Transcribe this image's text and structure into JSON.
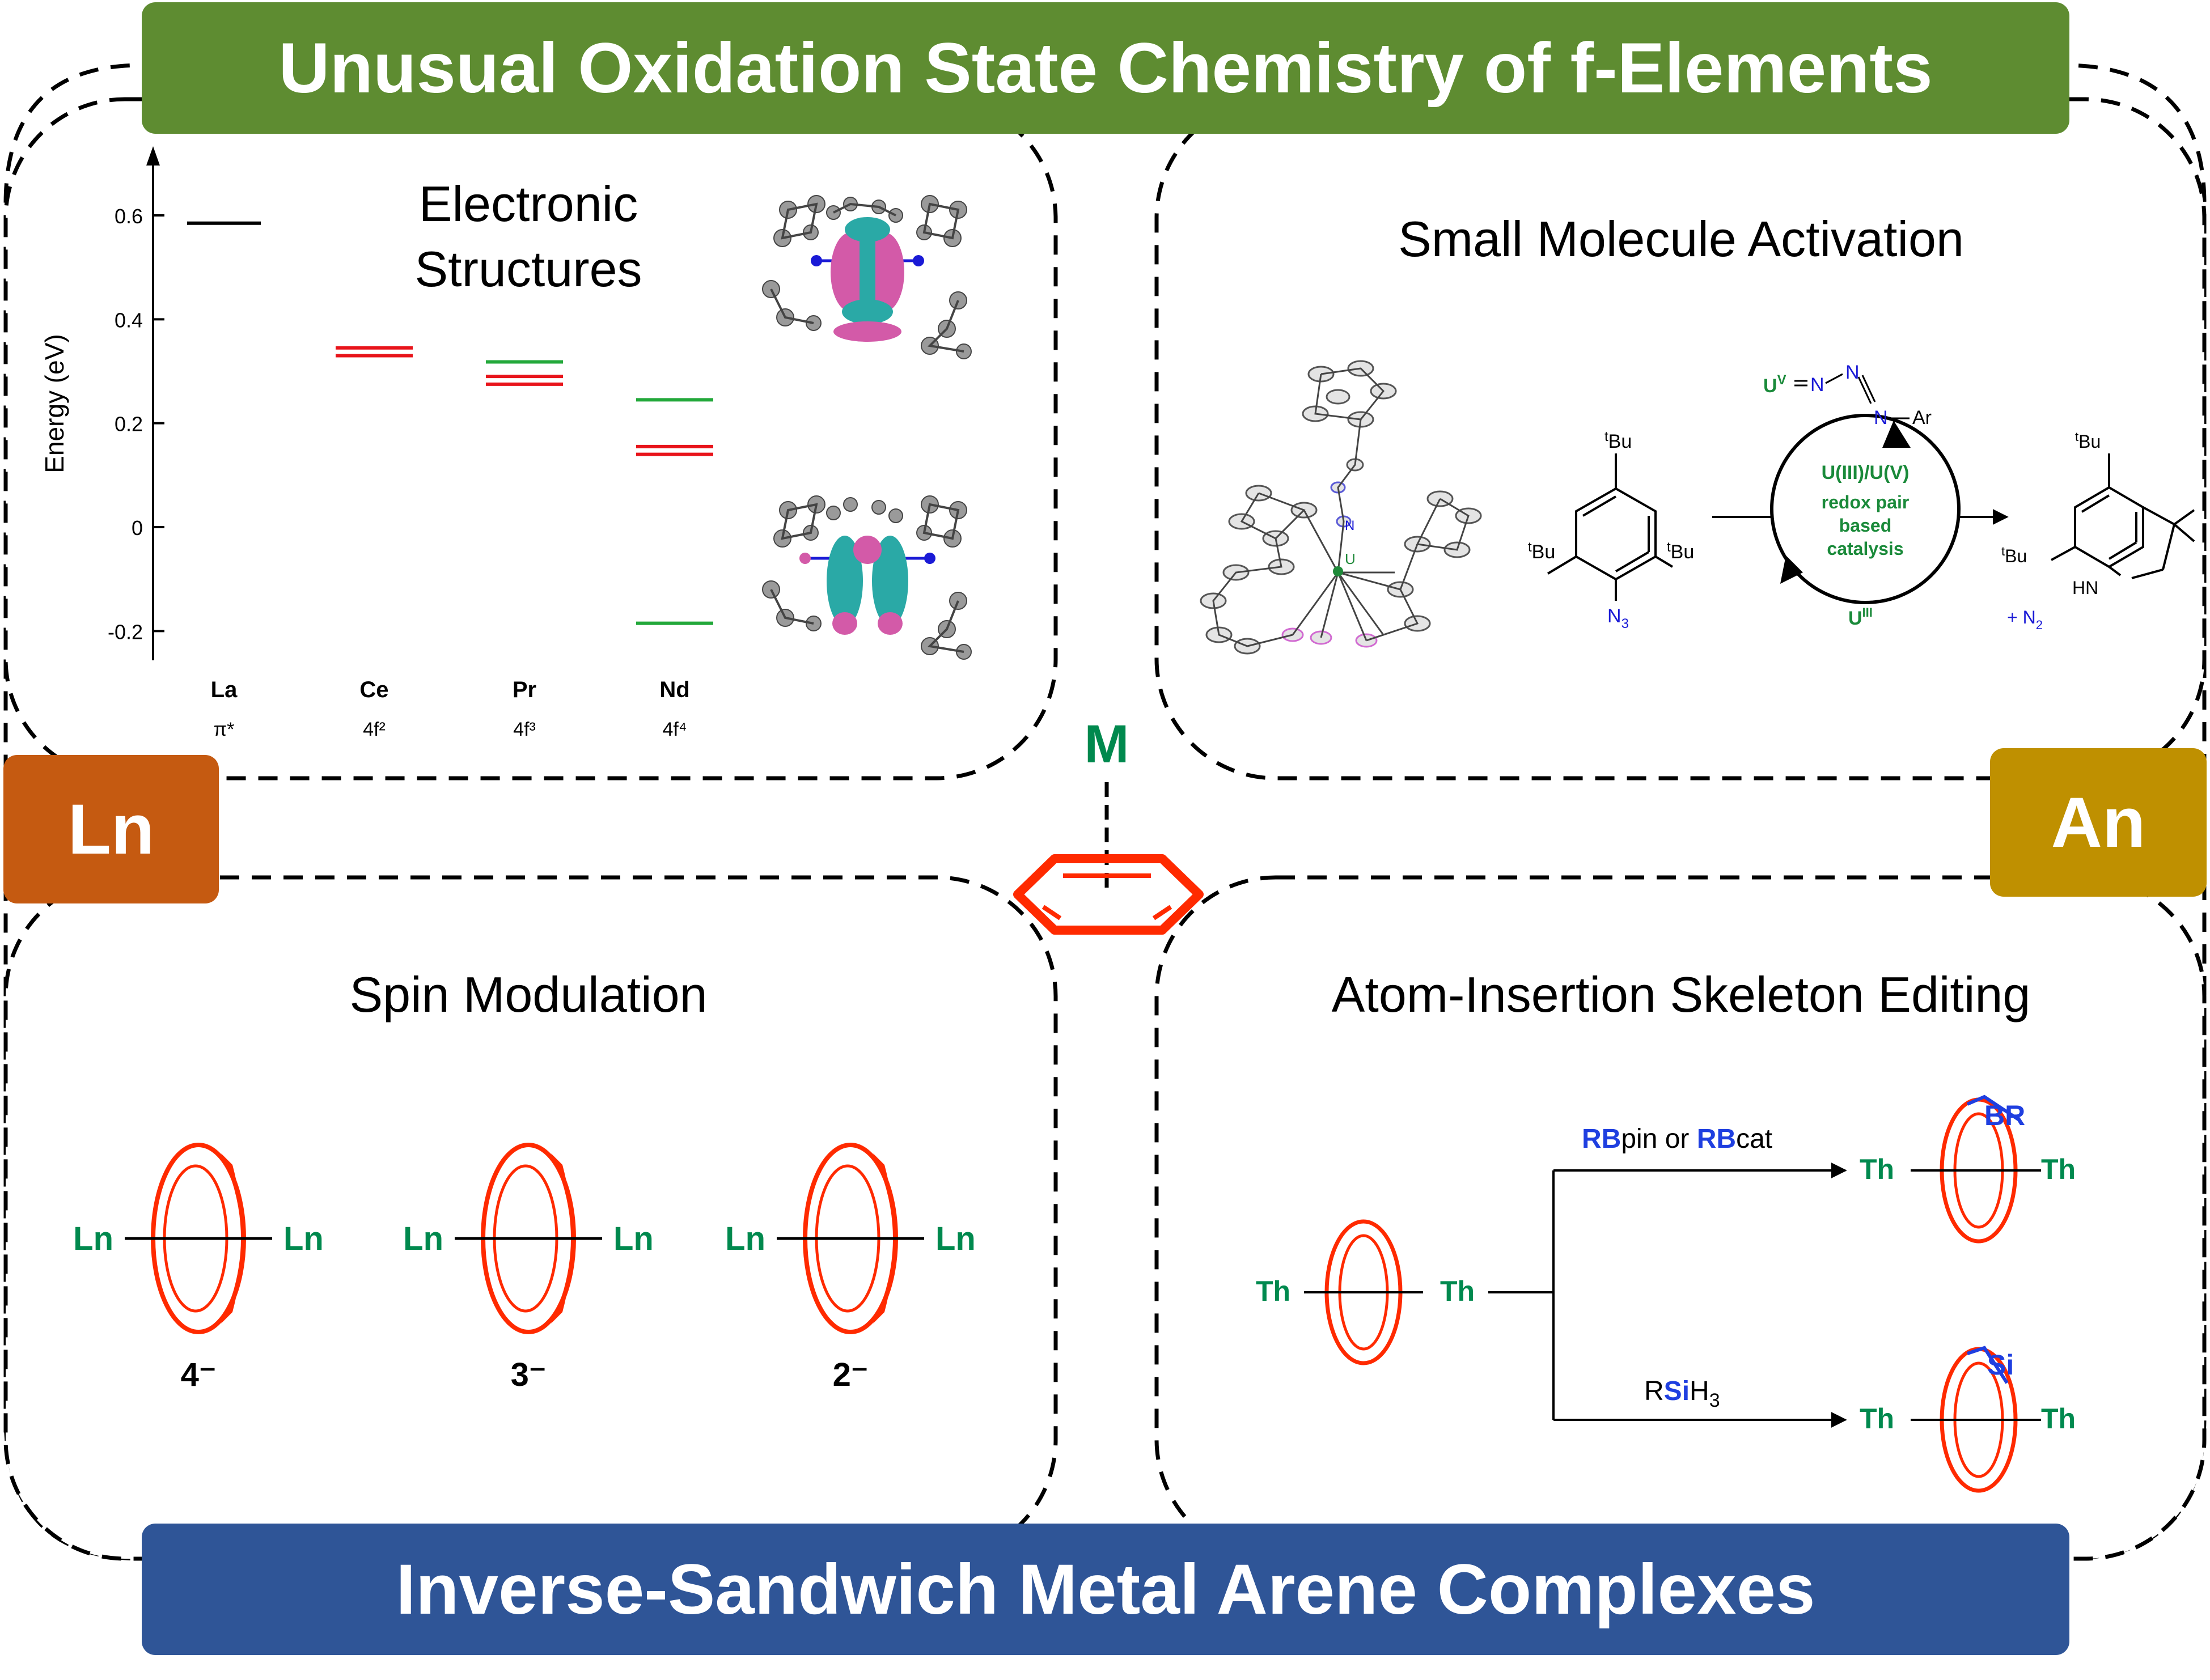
{
  "header_top": {
    "text": "Unusual Oxidation State Chemistry of f-Elements",
    "color": "#5e8c31"
  },
  "header_bottom": {
    "text": "Inverse-Sandwich Metal Arene Complexes",
    "color": "#2f5597"
  },
  "tag_ln": {
    "text": "Ln",
    "color": "#c55a11"
  },
  "tag_an": {
    "text": "An",
    "color": "#bf9000"
  },
  "center": {
    "metal": "M",
    "metal_color": "#00894e",
    "arene_color": "#ff2a00"
  },
  "electronic_structures": {
    "title_line1": "Electronic",
    "title_line2": "Structures",
    "ylabel": "Energy (eV)",
    "elements": [
      {
        "symbol": "La",
        "config": "π*"
      },
      {
        "symbol": "Ce",
        "config": "4f²"
      },
      {
        "symbol": "Pr",
        "config": "4f³"
      },
      {
        "symbol": "Nd",
        "config": "4f⁴"
      }
    ]
  },
  "chart_data": {
    "type": "energy-level diagram",
    "ylabel": "Energy (eV)",
    "yticks": [
      "0.6",
      "0.4",
      "0.2",
      "0",
      "-0.2"
    ],
    "ylim": [
      -0.26,
      0.72
    ],
    "categories": [
      "La",
      "Ce",
      "Pr",
      "Nd"
    ],
    "category_labels": [
      "π*",
      "4f²",
      "4f³",
      "4f⁴"
    ],
    "levels": [
      {
        "category": "La",
        "energy": 0.585,
        "color": "#000000"
      },
      {
        "category": "Ce",
        "energy": 0.345,
        "color": "#e8141b"
      },
      {
        "category": "Ce",
        "energy": 0.33,
        "color": "#e8141b"
      },
      {
        "category": "Pr",
        "energy": 0.318,
        "color": "#22a83a"
      },
      {
        "category": "Pr",
        "energy": 0.29,
        "color": "#e8141b"
      },
      {
        "category": "Pr",
        "energy": 0.275,
        "color": "#e8141b"
      },
      {
        "category": "Nd",
        "energy": 0.245,
        "color": "#22a83a"
      },
      {
        "category": "Nd",
        "energy": 0.155,
        "color": "#e8141b"
      },
      {
        "category": "Nd",
        "energy": 0.14,
        "color": "#e8141b"
      },
      {
        "category": "Nd",
        "energy": -0.185,
        "color": "#22a83a"
      }
    ]
  },
  "small_molecule": {
    "title": "Small Molecule Activation",
    "tbu": "Bu",
    "t": "t",
    "n3": "N",
    "n3_sub": "3",
    "catalysis": [
      "U(III)/U(V)",
      "redox pair",
      "based",
      "catalysis"
    ],
    "u5_label": "U",
    "u5_sup": "V",
    "n_atom": "N",
    "ar": "Ar",
    "u3_label": "U",
    "u3_sup": "III",
    "hn": "HN",
    "n2": "+ N",
    "n2_sub": "2",
    "u_atom": "U",
    "n_small": "N"
  },
  "spin": {
    "title": "Spin Modulation",
    "metal": "Ln",
    "charges": [
      "4⁻",
      "3⁻",
      "2⁻"
    ]
  },
  "insertion": {
    "title": "Atom-Insertion Skeleton Editing",
    "metal": "Th",
    "reagent_top_rb1": "RB",
    "reagent_top_pin": "pin or ",
    "reagent_top_rb2": "RB",
    "reagent_top_cat": "cat",
    "reagent_bottom_r": "R",
    "reagent_bottom_si": "Si",
    "reagent_bottom_h": "H",
    "reagent_bottom_sub": "3",
    "br": "BR",
    "si": "Si"
  },
  "colors": {
    "green": "#00894e",
    "red": "#ff2a00",
    "blue": "#1f3fe0",
    "line_red": "#e8141b",
    "line_green": "#22a83a"
  }
}
